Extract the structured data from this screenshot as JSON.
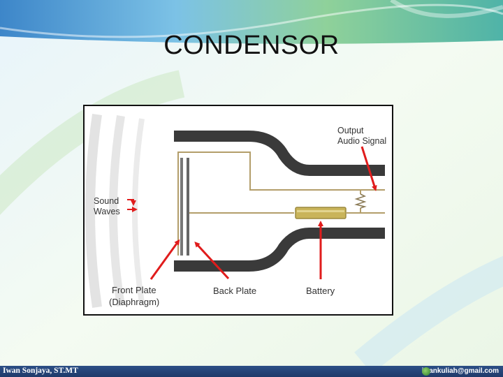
{
  "slide": {
    "title": "CONDENSOR"
  },
  "diagram": {
    "labels": {
      "output": "Output",
      "output_signal": "Audio Signal",
      "sound": "Sound",
      "sound_waves": "Waves",
      "front_plate": "Front Plate",
      "diaphragm": "(Diaphragm)",
      "back_plate": "Back Plate",
      "battery": "Battery"
    }
  },
  "footer": {
    "author": "Iwan Sonjaya, ST.MT",
    "email": "iwankuliah@gmail.com"
  },
  "colors": {
    "arrow_red": "#e01c1c",
    "body_dark": "#3a3a3a",
    "wire": "#b39e6a",
    "battery": "#c9b45a",
    "footer_blue": "#24457a"
  }
}
